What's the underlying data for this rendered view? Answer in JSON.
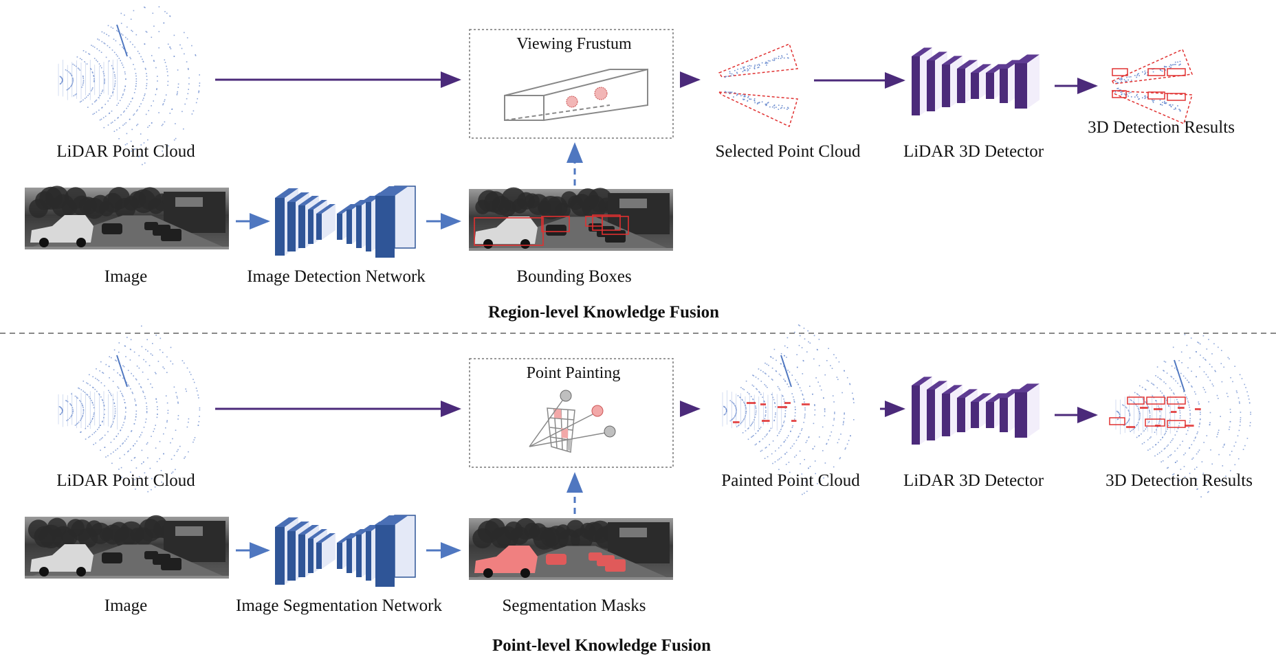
{
  "region": {
    "title": "Region-level Knowledge Fusion",
    "lidar_label": "LiDAR Point Cloud",
    "image_label": "Image",
    "network_label": "Image Detection Network",
    "mid_label": "Bounding Boxes",
    "box_title": "Viewing Frustum",
    "selected_label": "Selected Point Cloud",
    "detector_label": "LiDAR 3D Detector",
    "results_label": "3D Detection Results"
  },
  "point": {
    "title": "Point-level Knowledge Fusion",
    "lidar_label": "LiDAR Point Cloud",
    "image_label": "Image",
    "network_label": "Image Segmentation Network",
    "mid_label": "Segmentation Masks",
    "box_title": "Point Painting",
    "painted_label": "Painted Point Cloud",
    "detector_label": "LiDAR 3D Detector",
    "results_label": "3D Detection Results"
  },
  "colors": {
    "purple_arrow": "#4b2a7a",
    "blue_arrow": "#4f77c0",
    "network_blue": "#2f5597",
    "detector_purple": "#4b2a7a",
    "box_red": "#e03030",
    "point_blue": "#6f8fd0"
  }
}
